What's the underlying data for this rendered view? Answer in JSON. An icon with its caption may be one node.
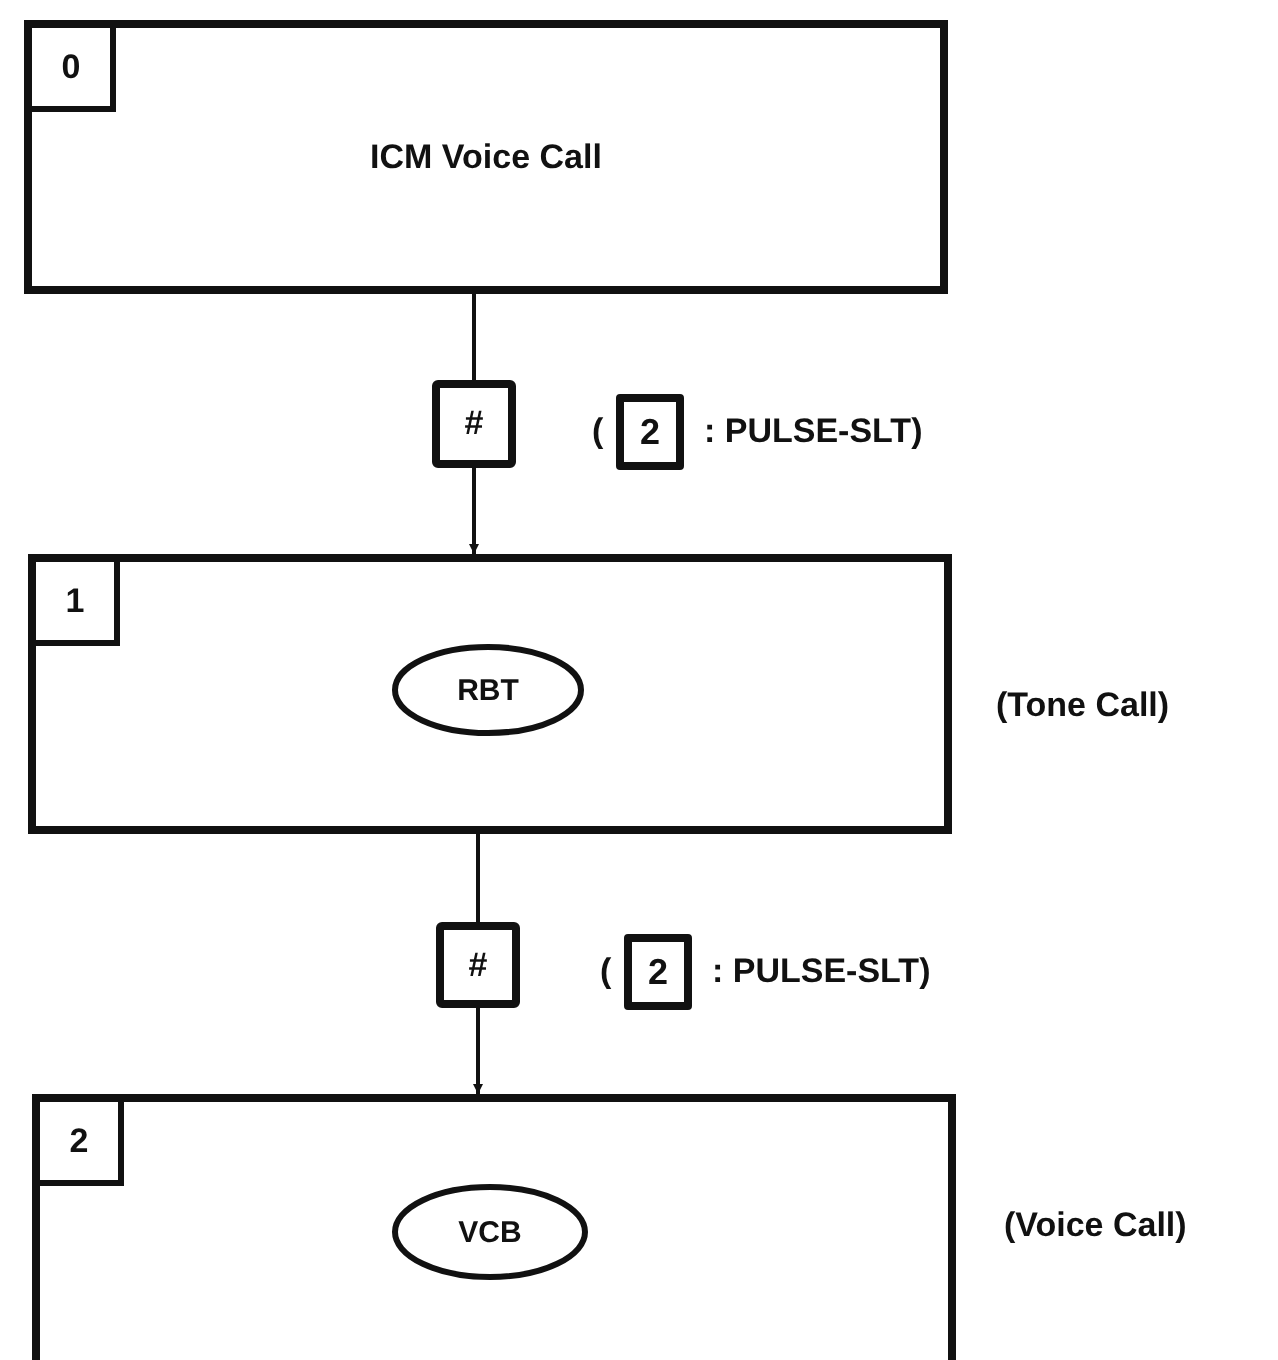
{
  "diagram": {
    "nodes": [
      {
        "text": [
          "0",
          "ICM Voice Call"
        ]
      },
      {
        "text": [
          "#"
        ],
        "beside": [
          "(",
          "2",
          ": PULSE-SLT)"
        ]
      },
      {
        "text": [
          "1"
        ],
        "beside": [
          "(Tone Call)"
        ]
      },
      {
        "text": [
          "RBT"
        ],
        "in": 2
      },
      {
        "text": [
          "#"
        ],
        "beside": [
          "(",
          "2",
          ": PULSE-SLT)"
        ]
      },
      {
        "text": [
          "2"
        ],
        "beside": [
          "(Voice Call)"
        ]
      },
      {
        "text": [
          "VCB"
        ],
        "in": 5
      }
    ],
    "edges": [
      {
        "from": 0,
        "to": 1,
        "arrow": "none"
      },
      {
        "from": 1,
        "to": 2,
        "arrow": "to"
      },
      {
        "from": 2,
        "to": 4,
        "arrow": "none"
      },
      {
        "from": 4,
        "to": 5,
        "arrow": "to"
      }
    ]
  }
}
